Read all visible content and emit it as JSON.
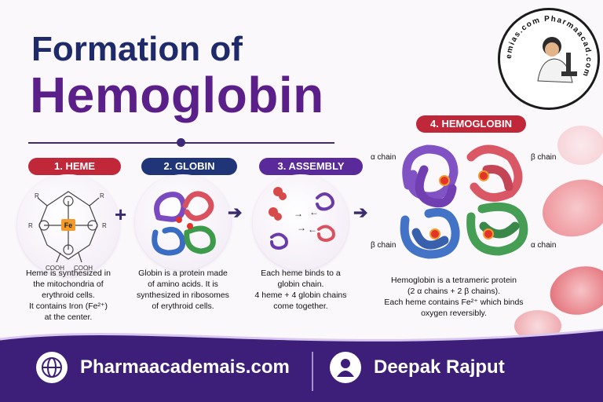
{
  "title": {
    "line1": "Formation of",
    "line2": "Hemoglobin"
  },
  "steps": [
    {
      "label": "1. HEME",
      "color": "#c0283a",
      "desc": [
        "Heme is synthesized in",
        "the mitochondria of",
        "erythroid cells.",
        "It contains Iron (Fe²⁺)",
        "at the center."
      ]
    },
    {
      "label": "2. GLOBIN",
      "color": "#1f3578",
      "desc": [
        "Globin is a protein made",
        "of amino acids. It is",
        "synthesized in ribosomes",
        "of erythroid cells."
      ]
    },
    {
      "label": "3. ASSEMBLY",
      "color": "#5a2a9a",
      "desc": [
        "Each heme binds to a",
        "globin chain.",
        "4 heme + 4 globin chains",
        "come together."
      ]
    },
    {
      "label": "4. HEMOGLOBIN",
      "color": "#c0283a",
      "desc": [
        "Hemoglobin is a tetrameric protein",
        "(2 α chains + 2 β chains).",
        "Each heme contains Fe²⁺ which binds",
        "oxygen reversibly."
      ]
    }
  ],
  "heme": {
    "fe": "Fe",
    "r": "R",
    "cooh": "COOH"
  },
  "operators": {
    "plus": "+",
    "arrow": "➔"
  },
  "chain_labels": {
    "alpha_top": "α chain",
    "beta_top": "β chain",
    "beta_bottom": "β chain",
    "alpha_bottom": "α chain"
  },
  "logo": {
    "ring_text": "emias.com Pharmaacad.com"
  },
  "footer": {
    "website": "Pharmaacademais.com",
    "author": "Deepak Rajput"
  },
  "colors": {
    "purple": "#6a3aa8",
    "red": "#d44a5a",
    "blue": "#3a6cc4",
    "green": "#3c9a4a",
    "footer": "#3d1f7a"
  }
}
